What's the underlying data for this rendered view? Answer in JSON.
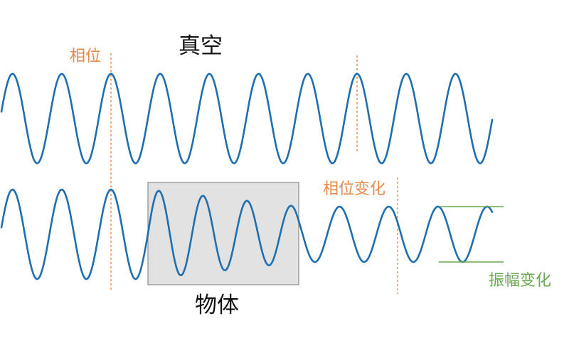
{
  "labels": {
    "vacuum": "真空",
    "phase": "相位",
    "object": "物体",
    "phase_change": "相位变化",
    "amplitude_change": "振幅变化"
  },
  "colors": {
    "wave": "#1f6fb0",
    "phase": "#e8884a",
    "amplitude": "#6aa84f",
    "object_fill": "#e2e2e2",
    "object_stroke": "#8c8c8c",
    "text": "#111111"
  }
}
